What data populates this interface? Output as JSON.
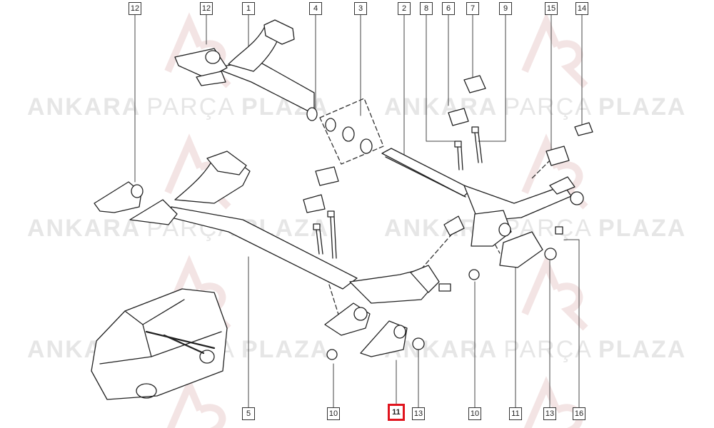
{
  "watermark": {
    "part1": "ANKARA",
    "part2": "PARÇA",
    "part3": "PLAZA",
    "color": "#e6e6e6",
    "logo_accent": "#f2d4d4"
  },
  "callouts": [
    {
      "id": "c12a",
      "label": "12"
    },
    {
      "id": "c12b",
      "label": "12"
    },
    {
      "id": "c1",
      "label": "1"
    },
    {
      "id": "c4",
      "label": "4"
    },
    {
      "id": "c3",
      "label": "3"
    },
    {
      "id": "c2",
      "label": "2"
    },
    {
      "id": "c8",
      "label": "8"
    },
    {
      "id": "c6",
      "label": "6"
    },
    {
      "id": "c7",
      "label": "7"
    },
    {
      "id": "c9",
      "label": "9"
    },
    {
      "id": "c15",
      "label": "15"
    },
    {
      "id": "c14",
      "label": "14"
    },
    {
      "id": "c5",
      "label": "5"
    },
    {
      "id": "c10a",
      "label": "10"
    },
    {
      "id": "c11a",
      "label": "11",
      "highlighted": true
    },
    {
      "id": "c13a",
      "label": "13"
    },
    {
      "id": "c10b",
      "label": "10"
    },
    {
      "id": "c11b",
      "label": "11"
    },
    {
      "id": "c13b",
      "label": "13"
    },
    {
      "id": "c16",
      "label": "16"
    }
  ],
  "highlight_color": "#e0141e"
}
